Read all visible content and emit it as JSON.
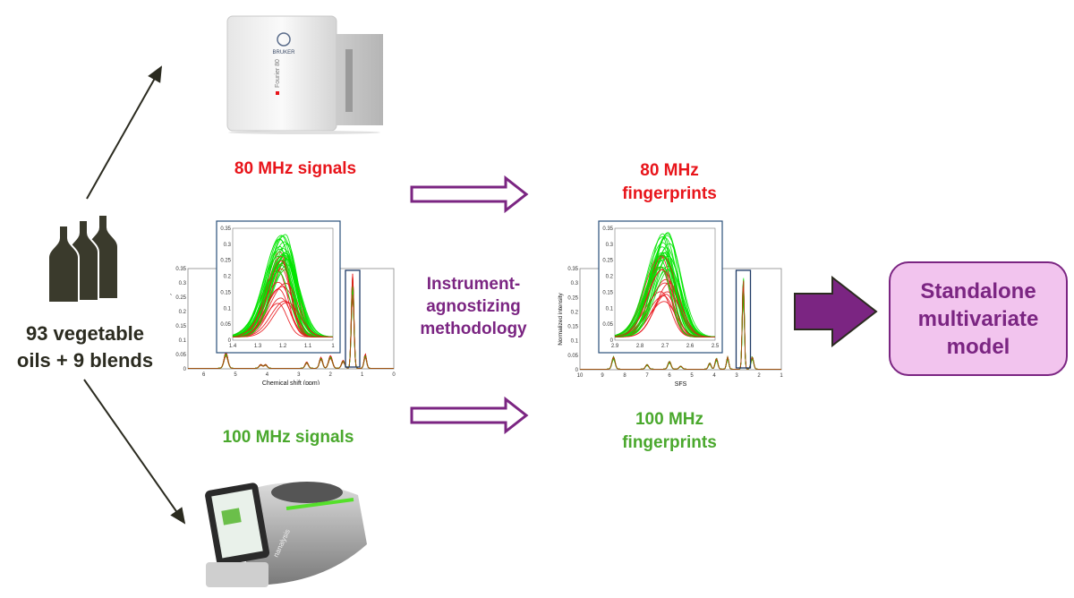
{
  "source": {
    "label_line1": "93 vegetable",
    "label_line2": "oils + 9 blends"
  },
  "instrument_top": {
    "brand": "BRUKER",
    "model": "Fourier 80"
  },
  "instrument_bottom": {
    "brand": "nanalysis"
  },
  "labels": {
    "sig80": "80 MHz signals",
    "sig100": "100 MHz signals",
    "fp80_line1": "80 MHz",
    "fp80_line2": "fingerprints",
    "fp100_line1": "100 MHz",
    "fp100_line2": "fingerprints",
    "method_line1": "Instrument-",
    "method_line2": "agnostizing",
    "method_line3": "methodology",
    "model_line1": "Standalone",
    "model_line2": "multivariate",
    "model_line3": "model"
  },
  "colors": {
    "red": "#e8141a",
    "green": "#4aa82d",
    "purple": "#7b2582",
    "box_fill": "#f2c4ee",
    "dark": "#2b2b20"
  },
  "chart_data": [
    {
      "type": "line",
      "xlabel": "Chemical shift (ppm)",
      "ylabel": "Normalized intensity",
      "xlim": [
        6.5,
        0
      ],
      "ylim": [
        0,
        0.35
      ],
      "xticks": [
        "6",
        "5",
        "4",
        "3",
        "2",
        "1",
        "0"
      ],
      "yticks": [
        "0",
        "0.05",
        "0.1",
        "0.15",
        "0.2",
        "0.25",
        "0.3",
        "0.35"
      ],
      "series": [
        {
          "color": "#00e600"
        },
        {
          "color": "#e8141a"
        }
      ],
      "inset": {
        "xlim": [
          1.4,
          1.0
        ],
        "ylim": [
          0,
          0.35
        ],
        "xticks": [
          "1.4",
          "1.3",
          "1.2",
          "1.1",
          "1"
        ],
        "yticks": [
          "0",
          "0.05",
          "0.1",
          "0.15",
          "0.2",
          "0.25",
          "0.3",
          "0.35"
        ]
      }
    },
    {
      "type": "line",
      "xlabel": "SFS",
      "ylabel": "Normalized intensity",
      "xlim": [
        10,
        1
      ],
      "ylim": [
        0,
        0.35
      ],
      "xticks": [
        "10",
        "9",
        "8",
        "7",
        "6",
        "5",
        "4",
        "3",
        "2",
        "1"
      ],
      "yticks": [
        "0",
        "0.05",
        "0.1",
        "0.15",
        "0.2",
        "0.25",
        "0.3",
        "0.35"
      ],
      "series": [
        {
          "color": "#00e600"
        },
        {
          "color": "#e8141a"
        }
      ],
      "inset": {
        "xlim": [
          2.9,
          2.5
        ],
        "ylim": [
          0,
          0.35
        ],
        "xticks": [
          "2.9",
          "2.8",
          "2.7",
          "2.6",
          "2.5"
        ],
        "yticks": [
          "0",
          "0.05",
          "0.1",
          "0.15",
          "0.2",
          "0.25",
          "0.3",
          "0.35"
        ]
      }
    }
  ]
}
